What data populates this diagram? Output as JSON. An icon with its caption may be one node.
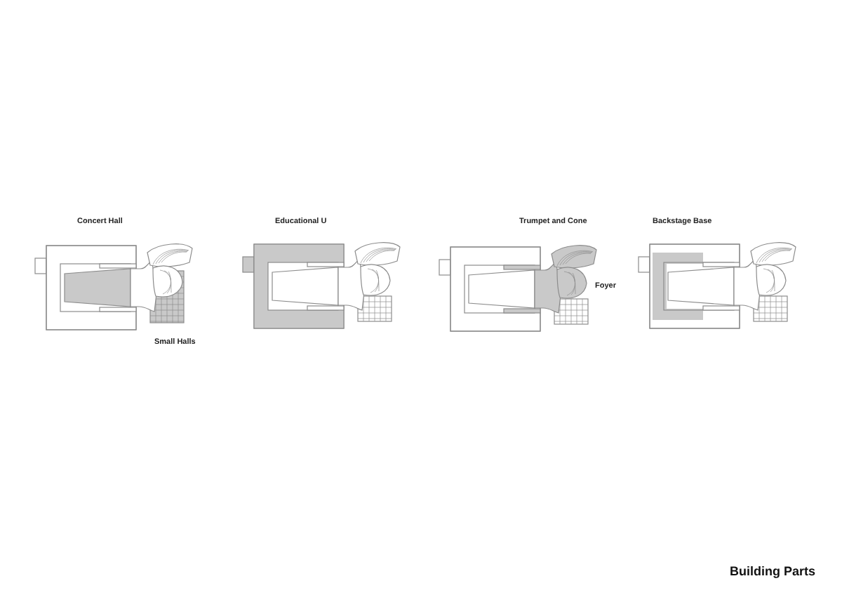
{
  "diagram": {
    "caption": "Building Parts",
    "labels": [
      "Concert Hall",
      "Educational U",
      "Trumpet and Cone",
      "Backstage Base",
      "Foyer",
      "Small Halls"
    ]
  }
}
